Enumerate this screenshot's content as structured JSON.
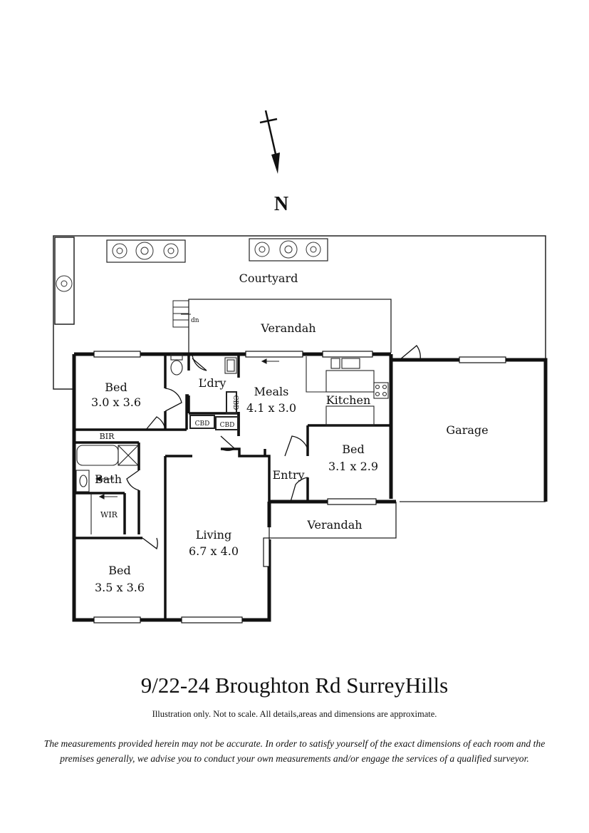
{
  "compass": {
    "label": "N"
  },
  "rooms": {
    "courtyard": {
      "name": "Courtyard"
    },
    "verandah_rear": {
      "name": "Verandah"
    },
    "verandah_front": {
      "name": "Verandah"
    },
    "bed1": {
      "name": "Bed",
      "size": "3.0 x 3.6"
    },
    "bed2": {
      "name": "Bed",
      "size": "3.5 x 3.6"
    },
    "bed3": {
      "name": "Bed",
      "size": "3.1 x 2.9"
    },
    "laundry": {
      "name": "L’dry"
    },
    "meals": {
      "name": "Meals",
      "size": "4.1 x 3.0"
    },
    "kitchen": {
      "name": "Kitchen"
    },
    "garage": {
      "name": "Garage"
    },
    "living": {
      "name": "Living",
      "size": "6.7 x 4.0"
    },
    "entry": {
      "name": "Entry"
    },
    "bath": {
      "name": "Bath"
    },
    "bir": {
      "name": "BIR"
    },
    "wir": {
      "name": "WIR"
    },
    "cbd": {
      "name": "CBD"
    },
    "stairs": {
      "label": "dn"
    }
  },
  "footer": {
    "address": "9/22-24 Broughton Rd SurreyHills",
    "disclaimer": "Illustration only. Not to scale. All details,areas and dimensions are approximate.",
    "note_line1": "The measurements provided herein may not be accurate. In order to satisfy yourself of the exact dimensions of each room and the",
    "note_line2": "premises generally, we advise you to conduct your own measurements and/or engage the services of a qualified surveyor."
  }
}
